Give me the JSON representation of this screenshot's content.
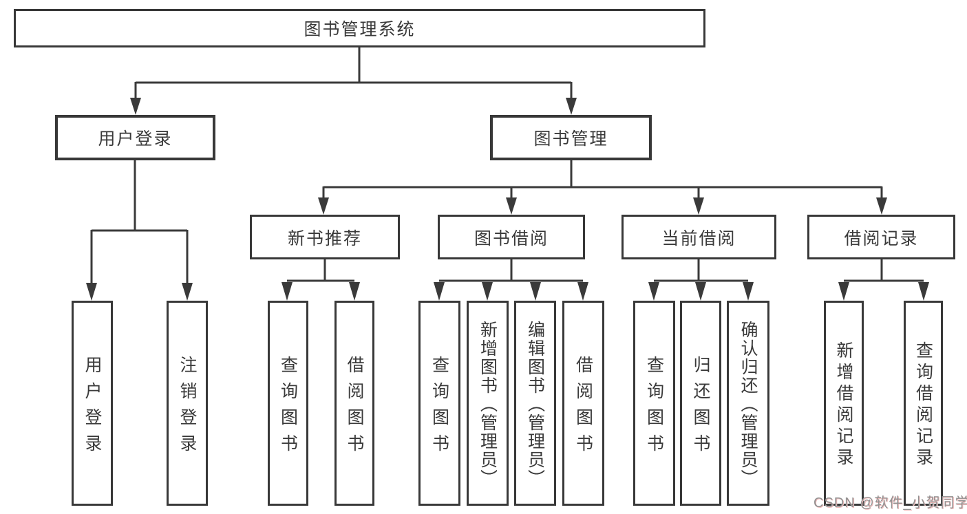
{
  "diagram": {
    "type": "hierarchy-tree",
    "title": "图书管理系统",
    "nodes": {
      "root": "图书管理系统",
      "user_login": "用户登录",
      "book_mgmt": "图书管理",
      "new_book_rec": "新书推荐",
      "book_borrow": "图书借阅",
      "current_borrow": "当前借阅",
      "borrow_record": "借阅记录",
      "user_login_leaf": "用户登录",
      "logout_leaf": "注销登录",
      "rec_query_book": "查询图书",
      "rec_borrow_book": "借阅图书",
      "bb_query_book": "查询图书",
      "bb_add_book": "新增图书（管理员）",
      "bb_edit_book": "编辑图书（管理员）",
      "bb_borrow_book": "借阅图书",
      "cb_query_book": "查询图书",
      "cb_return_book": "归还图书",
      "cb_confirm_return": "确认归还（管理员）",
      "br_add_record": "新增借阅记录",
      "br_query_record": "查询借阅记录"
    },
    "hierarchy": {
      "图书管理系统": {
        "用户登录": [
          "用户登录",
          "注销登录"
        ],
        "图书管理": {
          "新书推荐": [
            "查询图书",
            "借阅图书"
          ],
          "图书借阅": [
            "查询图书",
            "新增图书（管理员）",
            "编辑图书（管理员）",
            "借阅图书"
          ],
          "当前借阅": [
            "查询图书",
            "归还图书",
            "确认归还（管理员）"
          ],
          "借阅记录": [
            "新增借阅记录",
            "查询借阅记录"
          ]
        }
      }
    },
    "colors": {
      "background": "#ffffff",
      "line": "#3a3a3a",
      "box_border": "#383838",
      "text": "#3a3a3a",
      "watermark_text": "#929292",
      "watermark_shadow": "#f0bcbc"
    }
  },
  "watermark": {
    "text": "CSDN @软件_小贺同学"
  }
}
